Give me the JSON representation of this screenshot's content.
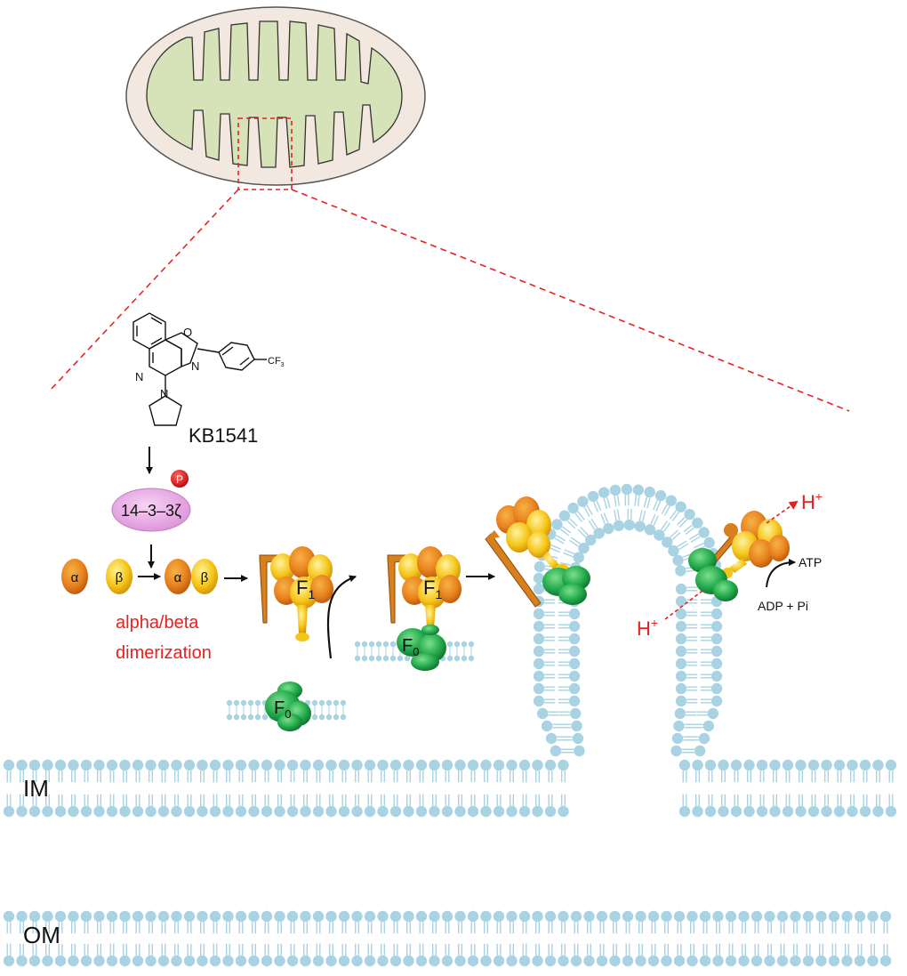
{
  "compound": {
    "name": "KB1541",
    "substituent": "CF",
    "substituent_sub": "3",
    "atom_o": "O",
    "atom_n1": "N",
    "atom_n2": "N",
    "atom_n3": "N"
  },
  "protein": {
    "name": "14–3–3ζ",
    "phospho": "P"
  },
  "subunits": {
    "alpha": "α",
    "beta": "β"
  },
  "dimerization_line1": "alpha/beta",
  "dimerization_line2": "dimerization",
  "f1": {
    "base": "F",
    "sub": "1"
  },
  "f0": {
    "base": "F",
    "sub": "0"
  },
  "proton": {
    "base": "H",
    "sup": "+"
  },
  "reaction": {
    "product": "ATP",
    "substrates": "ADP + Pi"
  },
  "membranes": {
    "inner": "IM",
    "outer": "OM"
  },
  "colors": {
    "red_accent": "#e8201f",
    "lipid": "#a9d3e3",
    "matrix": "#d6e3b8",
    "outer": "#f3e8df",
    "orange": "#e8821e",
    "yellow": "#f5c518",
    "green": "#22a84a",
    "pink": "#e9a9e6"
  }
}
